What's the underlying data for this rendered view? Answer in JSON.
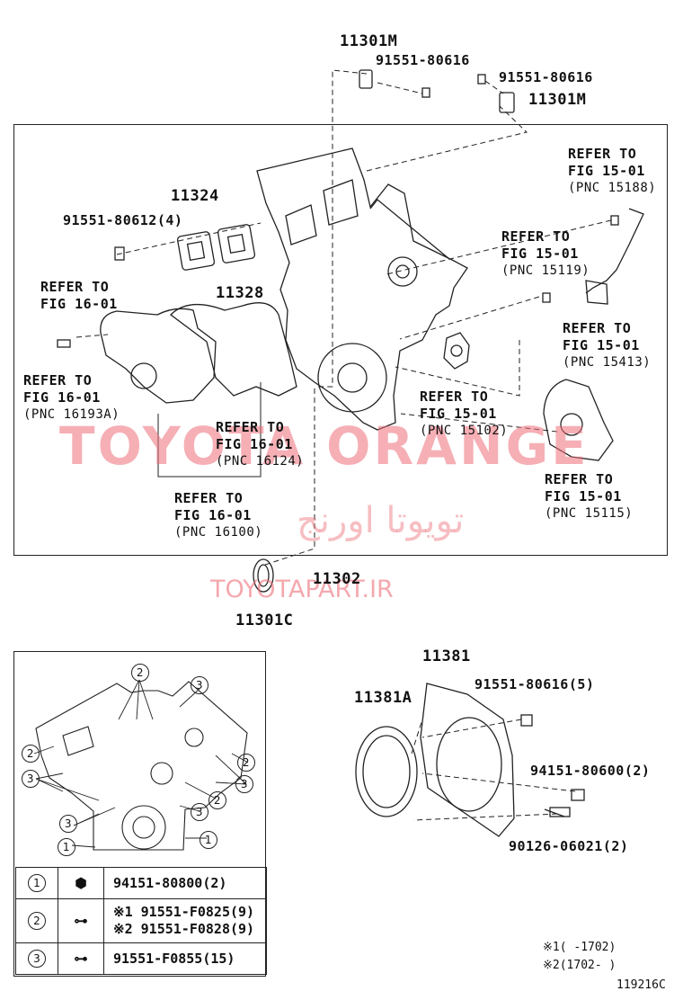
{
  "labels": {
    "p11301M_top": "11301M",
    "p91551_80616_a": "91551-80616",
    "p91551_80616_b": "91551-80616",
    "p11301M_right": "11301M",
    "p11324": "11324",
    "p91551_80612": "91551-80612(4)",
    "p11328": "11328",
    "p11302": "11302",
    "p11301C": "11301C",
    "p11381": "11381",
    "p11381A": "11381A",
    "p91551_80616_5": "91551-80616(5)",
    "p94151_80600": "94151-80600(2)",
    "p90126_06021": "90126-06021(2)"
  },
  "refs": [
    {
      "line1": "REFER TO",
      "line2": "FIG 15-01",
      "pnc": "(PNC 15188)"
    },
    {
      "line1": "REFER TO",
      "line2": "FIG 15-01",
      "pnc": "(PNC 15119)"
    },
    {
      "line1": "REFER TO",
      "line2": "FIG 15-01",
      "pnc": "(PNC 15413)"
    },
    {
      "line1": "REFER TO",
      "line2": "FIG 16-01",
      "pnc": ""
    },
    {
      "line1": "REFER TO",
      "line2": "FIG 16-01",
      "pnc": "(PNC 16193A)"
    },
    {
      "line1": "REFER TO",
      "line2": "FIG 15-01",
      "pnc": "(PNC 15102)"
    },
    {
      "line1": "REFER TO",
      "line2": "FIG 16-01",
      "pnc": "(PNC 16124)"
    },
    {
      "line1": "REFER TO",
      "line2": "FIG 15-01",
      "pnc": "(PNC 15115)"
    },
    {
      "line1": "REFER TO",
      "line2": "FIG 16-01",
      "pnc": "(PNC 16100)"
    }
  ],
  "watermark": {
    "main": "TOYOTA ORANGE",
    "farsi": "تویوتا اورنج",
    "url": "TOYOTAPART.IR"
  },
  "callouts": [
    "1",
    "2",
    "3"
  ],
  "legend": [
    {
      "num": "1",
      "parts": [
        "94151-80800(2)"
      ]
    },
    {
      "num": "2",
      "parts": [
        "※1 91551-F0825(9)",
        "※2 91551-F0828(9)"
      ]
    },
    {
      "num": "3",
      "parts": [
        "91551-F0855(15)"
      ]
    }
  ],
  "notes": {
    "n1": "※1(     -1702)",
    "n2": "※2(1702-     )",
    "code": "119216C"
  }
}
